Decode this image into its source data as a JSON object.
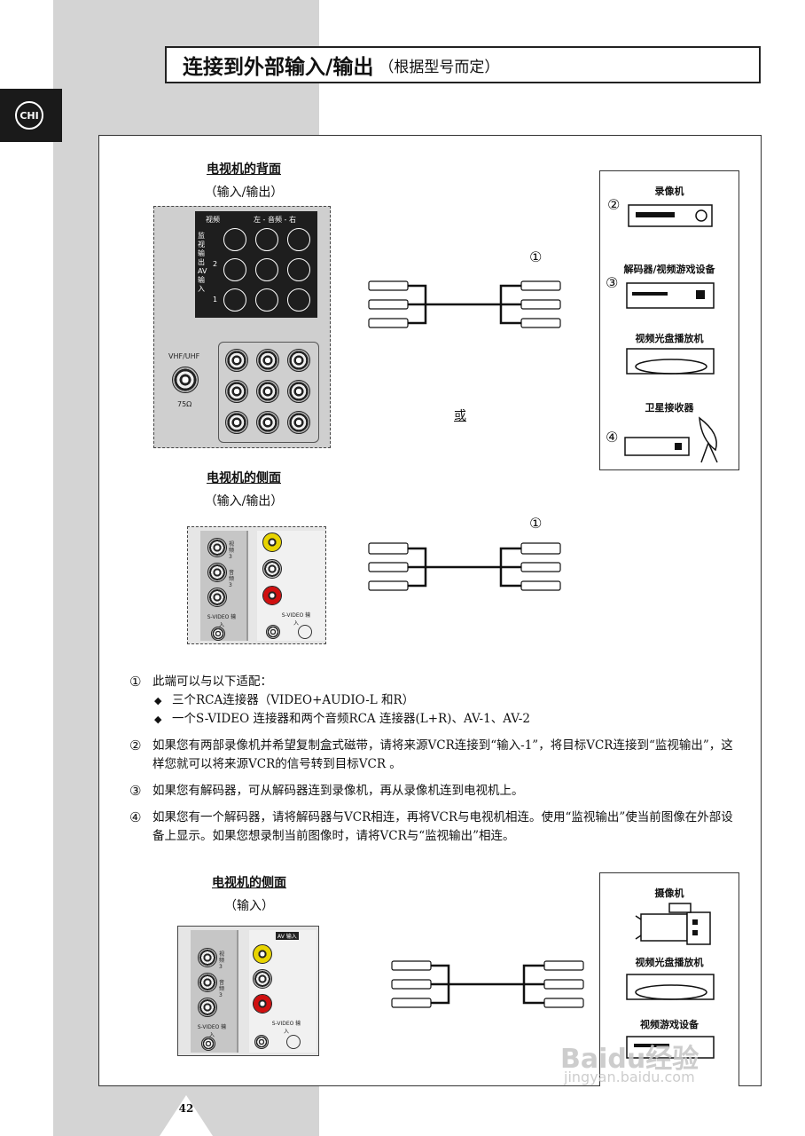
{
  "section_tab": "CHI",
  "title": {
    "main": "连接到外部输入/输出",
    "sub": "（根据型号而定）"
  },
  "rear": {
    "heading": "电视机的背面",
    "sub": "（输入/输出）",
    "col_video": "视频",
    "col_audio": "左 - 音频 - 右",
    "row_monitor": "监视输出",
    "row_av": "AV输入",
    "row_2": "2",
    "row_1": "1",
    "antenna": "VHF/UHF",
    "ohm": "75Ω"
  },
  "side1": {
    "heading": "电视机的侧面",
    "sub": "（输入/输出）",
    "label1": "视频 3",
    "label2": "音频 3",
    "svideo": "S-VIDEO 输入",
    "svideo2": "S-VIDEO 输入"
  },
  "side2": {
    "heading": "电视机的侧面",
    "sub": "（输入）",
    "tag": "AV 输入",
    "label1": "视频 3",
    "label2": "音频 3",
    "svideo": "S-VIDEO 输入",
    "svideo2": "S-VIDEO 输入"
  },
  "marker_1": "①",
  "marker_2": "②",
  "marker_3": "③",
  "marker_4": "④",
  "or": "或",
  "devices_top": {
    "vcr": "录像机",
    "decoder": "解码器/视频游戏设备",
    "dvd": "视频光盘播放机",
    "satellite": "卫星接收器"
  },
  "devices_bottom": {
    "camcorder": "摄像机",
    "dvd": "视频光盘播放机",
    "game": "视频游戏设备"
  },
  "notes": {
    "n1": "此端可以与以下适配：",
    "n1_b1": "三个RCA连接器（VIDEO+AUDIO-L 和R）",
    "n1_b2": "一个S-VIDEO 连接器和两个音频RCA 连接器(L+R)、AV-1、AV-2",
    "n2": "如果您有两部录像机并希望复制盒式磁带，请将来源VCR连接到“输入-1”，将目标VCR连接到“监视输出”，这样您就可以将来源VCR的信号转到目标VCR 。",
    "n3": "如果您有解码器，可从解码器连到录像机，再从录像机连到电视机上。",
    "n4": "如果您有一个解码器，请将解码器与VCR相连，再将VCR与电视机相连。使用“监视输出”使当前图像在外部设备上显示。如果您想录制当前图像时，请将VCR与“监视输出”相连。"
  },
  "page_number": "42",
  "watermark": {
    "brand": "Baidu经验",
    "url": "jingyan.baidu.com"
  }
}
